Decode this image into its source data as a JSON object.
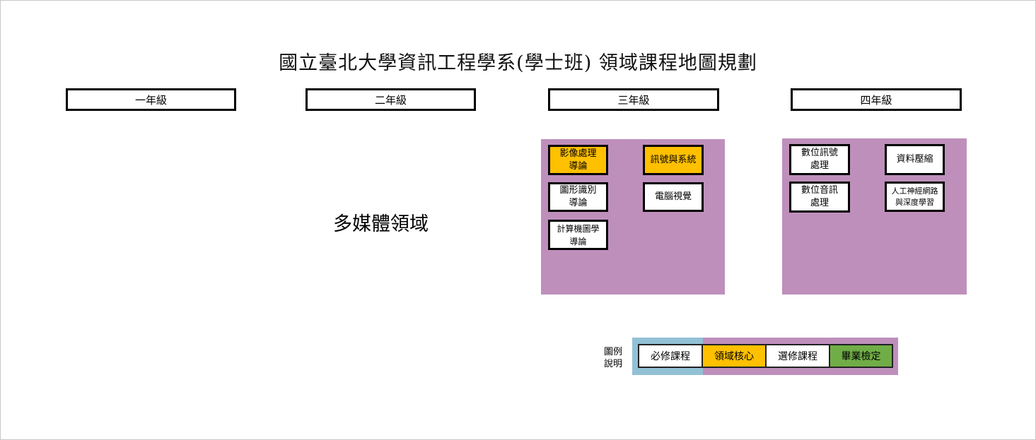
{
  "title": "國立臺北大學資訊工程學系(學士班) 領域課程地圖規劃",
  "years": [
    "一年級",
    "二年級",
    "三年級",
    "四年級"
  ],
  "domain": "多媒體領域",
  "year3_courses": [
    {
      "label": "影像處理\n導論",
      "type": "core"
    },
    {
      "label": "訊號與系統",
      "type": "core"
    },
    {
      "label": "圖形識別\n導論",
      "type": "elective"
    },
    {
      "label": "電腦視覺",
      "type": "elective"
    },
    {
      "label": "計算機圖學\n導論",
      "type": "elective"
    }
  ],
  "year4_courses": [
    {
      "label": "數位訊號\n處理",
      "type": "elective"
    },
    {
      "label": "資料壓縮",
      "type": "elective"
    },
    {
      "label": "數位音訊\n處理",
      "type": "elective"
    },
    {
      "label": "人工神經網路\n與深度學習",
      "type": "elective"
    }
  ],
  "legend": {
    "label": "圖例\n說明",
    "items": [
      "必修課程",
      "領域核心",
      "選修課程",
      "畢業檢定"
    ]
  },
  "colors": {
    "domain_panel": "#bf8fbc",
    "core": "#ffc000",
    "required_bg": "#92c1d6",
    "graduation": "#70ad47"
  }
}
